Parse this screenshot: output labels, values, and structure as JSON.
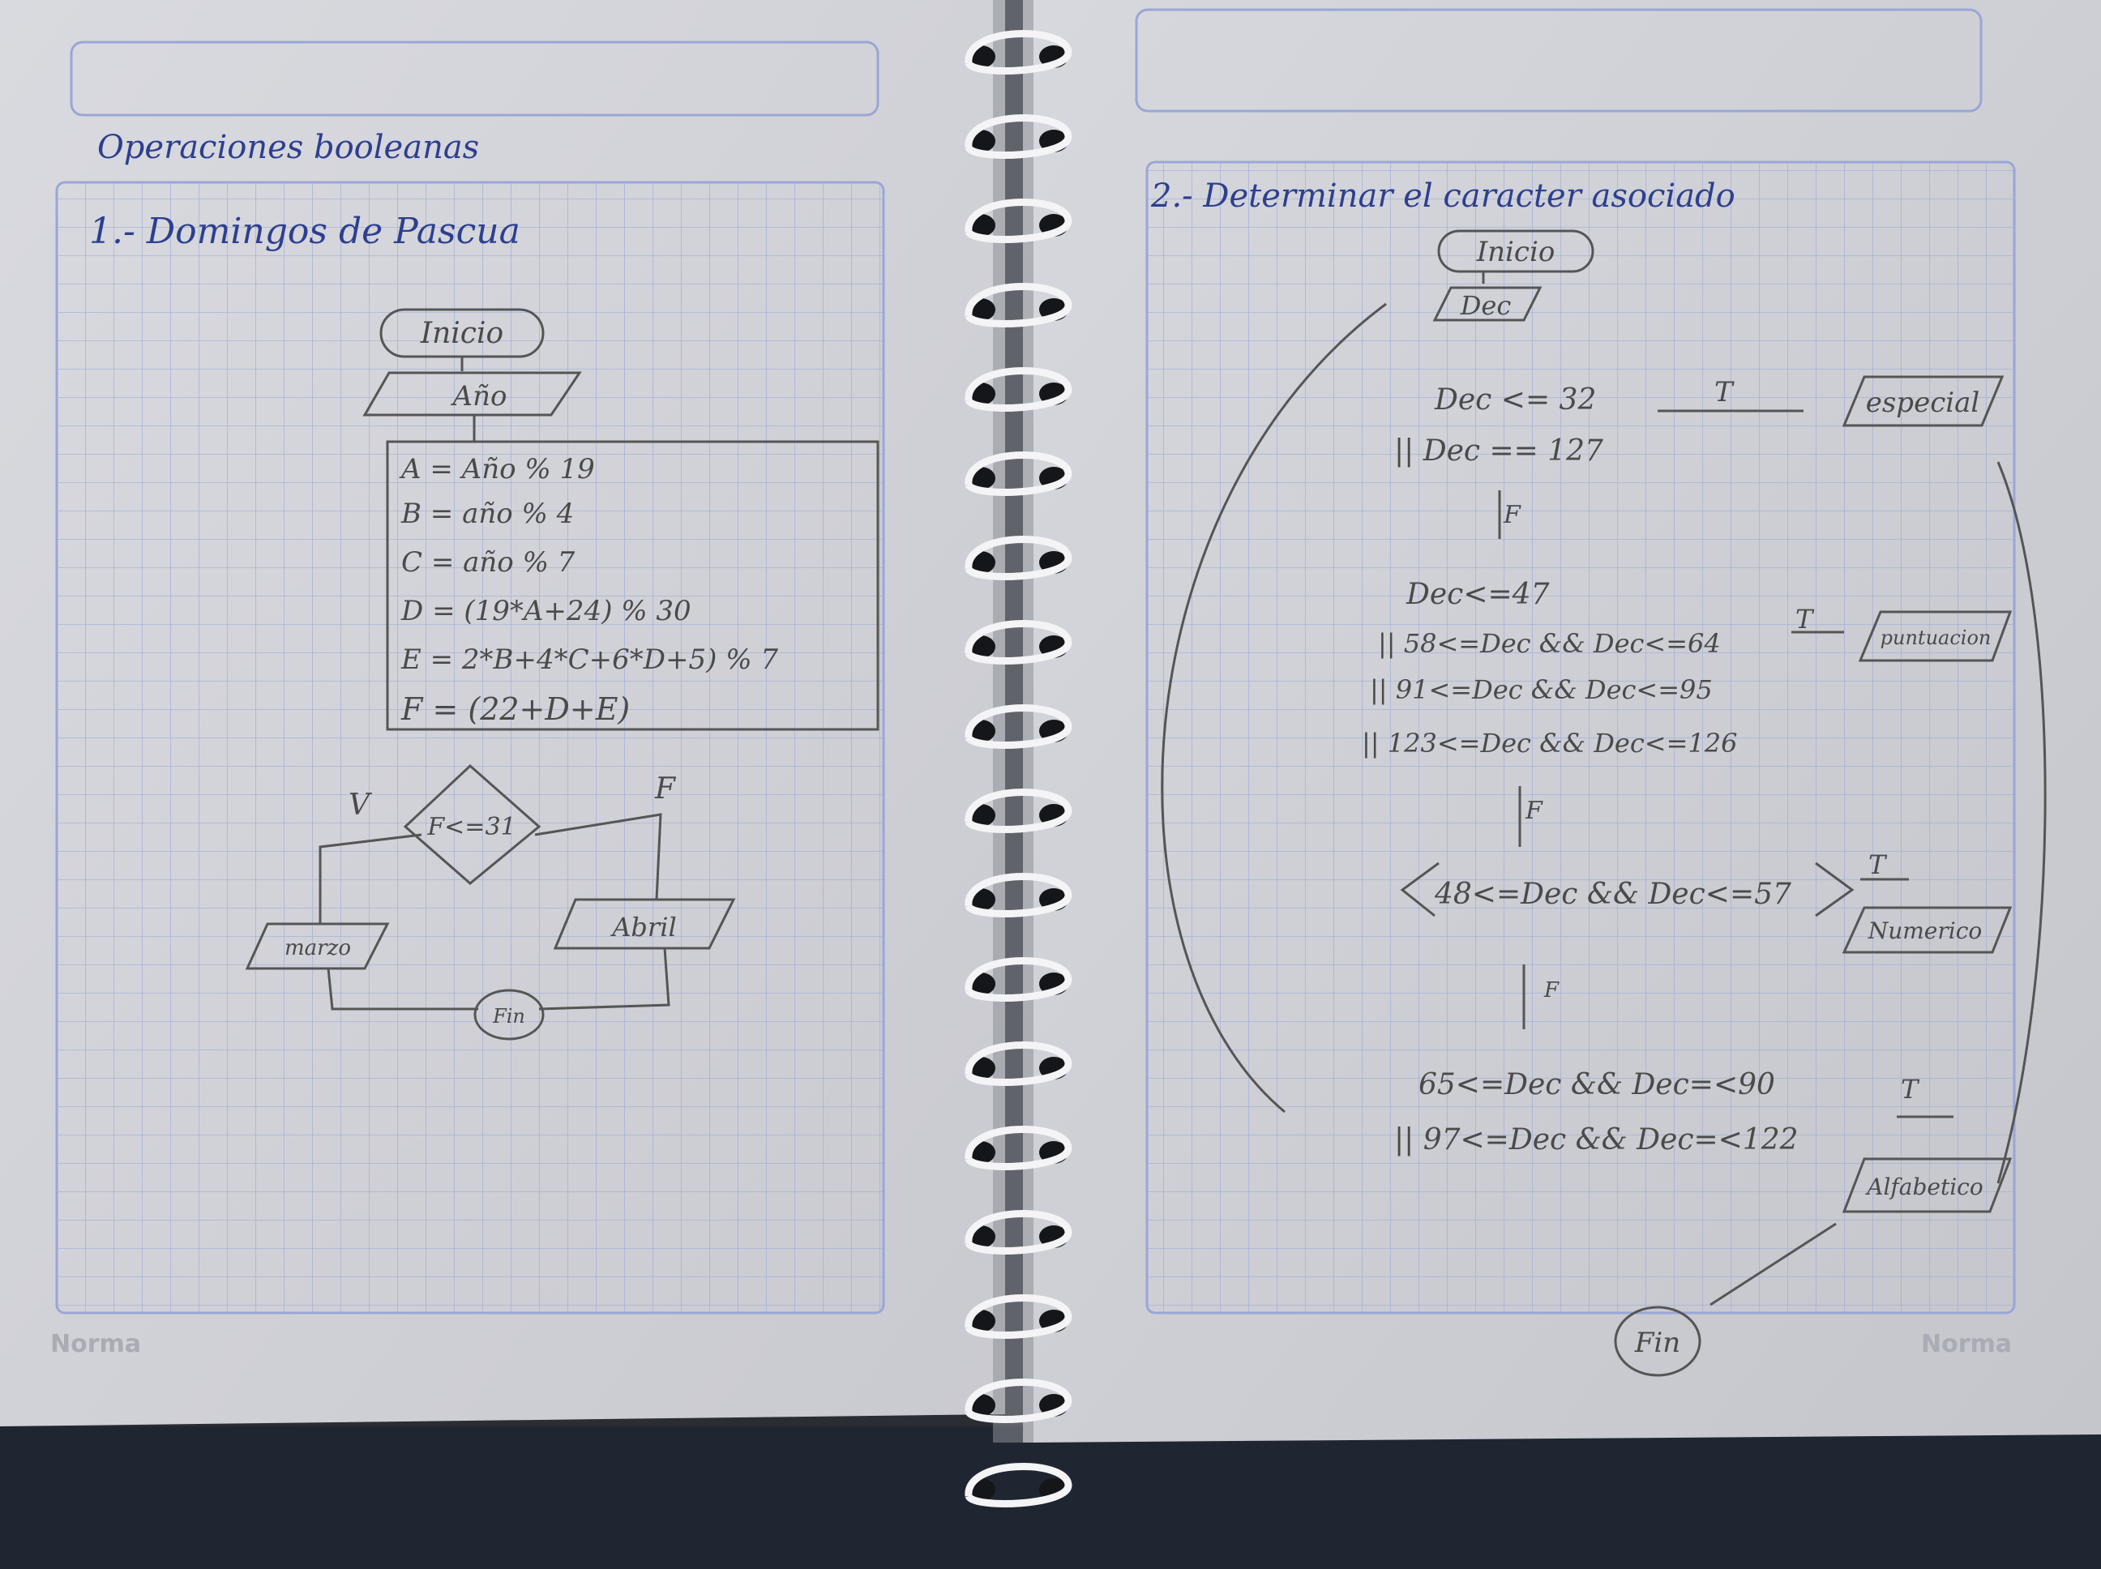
{
  "left_page": {
    "header_title": "Operaciones booleanas",
    "section_title": "1.- Domingos de Pascua",
    "brand": "Norma",
    "flowchart": {
      "start": "Inicio",
      "input": "Año",
      "process_lines": [
        "A = Año % 19",
        "B = año % 4",
        "C = año % 7",
        "D = (19*A+24) % 30",
        "E = 2*B+4*C+6*D+5) % 7",
        "F = (22+D+E)"
      ],
      "decision": "F<=31",
      "true_label": "V",
      "false_label": "F",
      "out_true": "marzo",
      "out_false": "Abril",
      "end": "Fin"
    }
  },
  "right_page": {
    "section_title": "2.- Determinar el caracter asociado",
    "brand": "Norma",
    "flowchart": {
      "start": "Inicio",
      "input": "Dec",
      "cond1": [
        "Dec <= 32",
        "|| Dec == 127"
      ],
      "out1": "especial",
      "cond2": [
        "Dec<=47",
        "|| 58<=Dec && Dec<=64",
        "|| 91<=Dec && Dec<=95",
        "|| 123<=Dec && Dec<=126"
      ],
      "out2": "puntuacion",
      "cond3": "48<=Dec && Dec<=57",
      "out3": "Numerico",
      "cond4": [
        "65<=Dec && Dec=<90",
        "|| 97<=Dec && Dec=<122"
      ],
      "out4": "Alfabetico",
      "true_label": "T",
      "false_label": "F",
      "end": "Fin"
    }
  }
}
